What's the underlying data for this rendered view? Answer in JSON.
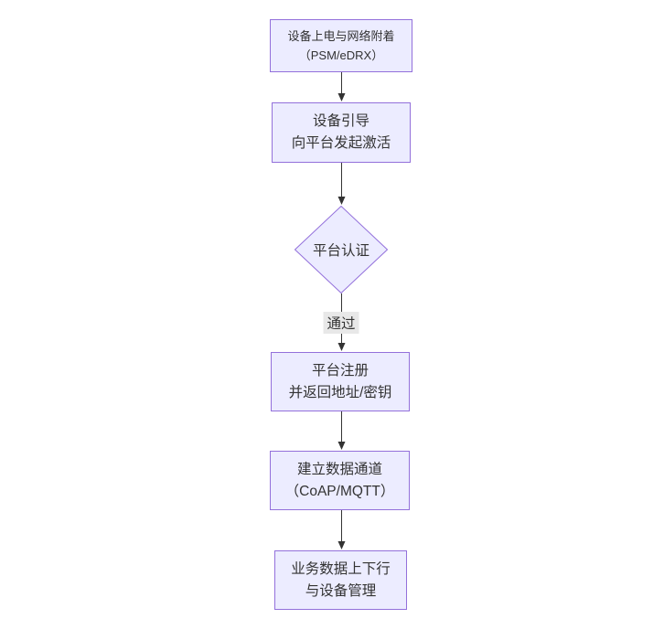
{
  "diagram": {
    "type": "flowchart",
    "direction": "top-down",
    "nodes": [
      {
        "id": "A",
        "shape": "rect",
        "lines": [
          "设备上电与网络附着",
          "（PSM/eDRX）"
        ]
      },
      {
        "id": "B",
        "shape": "rect",
        "lines": [
          "设备引导",
          "向平台发起激活"
        ]
      },
      {
        "id": "C",
        "shape": "diamond",
        "lines": [
          "平台认证"
        ]
      },
      {
        "id": "D",
        "shape": "rect",
        "lines": [
          "平台注册",
          "并返回地址/密钥"
        ]
      },
      {
        "id": "E",
        "shape": "rect",
        "lines": [
          "建立数据通道",
          "（CoAP/MQTT）"
        ]
      },
      {
        "id": "F",
        "shape": "rect",
        "lines": [
          "业务数据上下行",
          "与设备管理"
        ]
      }
    ],
    "edges": [
      {
        "from": "A",
        "to": "B",
        "label": ""
      },
      {
        "from": "B",
        "to": "C",
        "label": ""
      },
      {
        "from": "C",
        "to": "D",
        "label": "通过"
      },
      {
        "from": "D",
        "to": "E",
        "label": ""
      },
      {
        "from": "E",
        "to": "F",
        "label": ""
      }
    ],
    "colors": {
      "node_fill": "#ECECFF",
      "node_border": "#9370DB",
      "text": "#333333",
      "edge_line": "#333333",
      "edge_label_bg": "#e8e8e8",
      "background": "#ffffff"
    }
  }
}
